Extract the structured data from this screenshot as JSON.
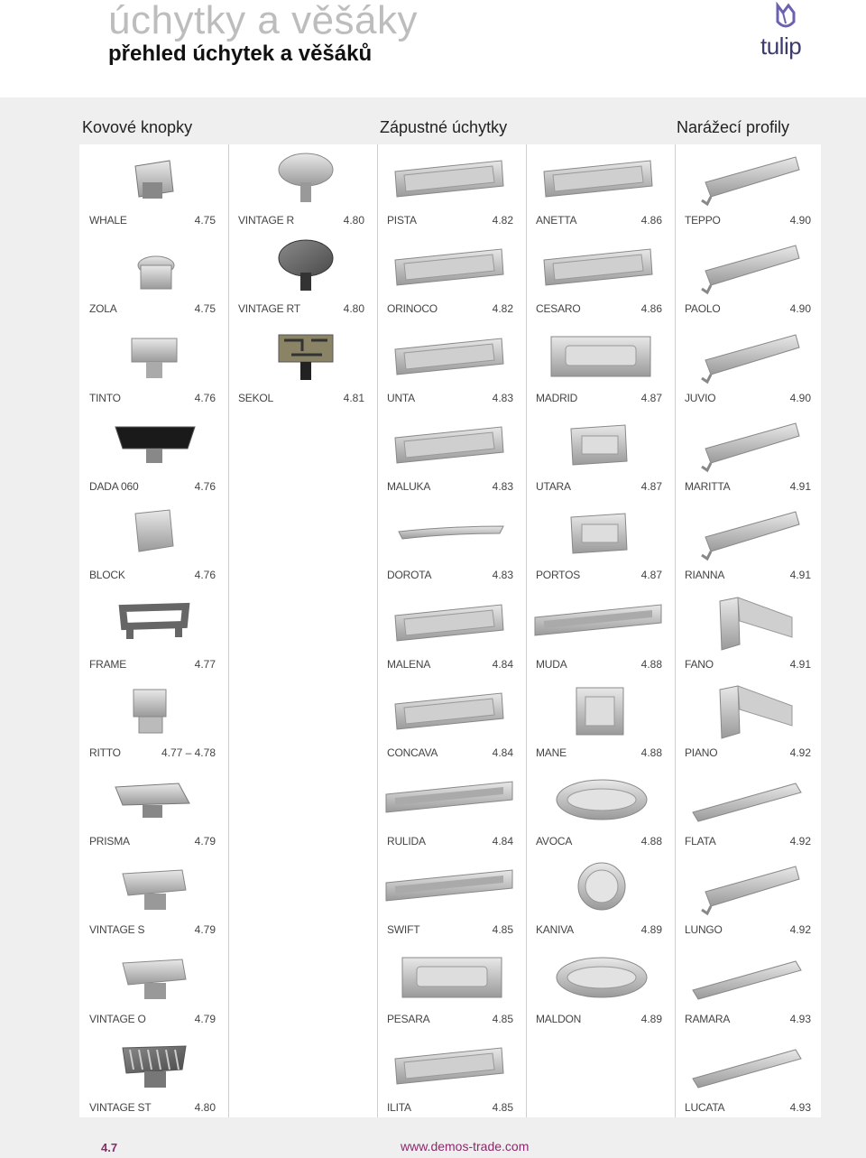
{
  "header": {
    "title": "úchytky a věšáky",
    "subtitle": "přehled úchytek a věšáků",
    "logo_text": "tulip"
  },
  "categories": [
    {
      "label": "Kovové knopky"
    },
    {
      "label": "Zápustné úchytky"
    },
    {
      "label": "Narážecí profily"
    }
  ],
  "columns": [
    [
      {
        "name": "WHALE",
        "page": "4.75",
        "icon": "knob-whale"
      },
      {
        "name": "ZOLA",
        "page": "4.75",
        "icon": "knob-zola"
      },
      {
        "name": "TINTO",
        "page": "4.76",
        "icon": "knob-square"
      },
      {
        "name": "DADA 060",
        "page": "4.76",
        "icon": "knob-black"
      },
      {
        "name": "BLOCK",
        "page": "4.76",
        "icon": "knob-block"
      },
      {
        "name": "FRAME",
        "page": "4.77",
        "icon": "knob-frame"
      },
      {
        "name": "RITTO",
        "page": "4.77 – 4.78",
        "icon": "knob-cube"
      },
      {
        "name": "PRISMA",
        "page": "4.79",
        "icon": "knob-prisma"
      },
      {
        "name": "VINTAGE S",
        "page": "4.79",
        "icon": "knob-vintage"
      },
      {
        "name": "VINTAGE O",
        "page": "4.79",
        "icon": "knob-vintage"
      },
      {
        "name": "VINTAGE ST",
        "page": "4.80",
        "icon": "knob-vintage-striped"
      }
    ],
    [
      {
        "name": "VINTAGE R",
        "page": "4.80",
        "icon": "knob-round"
      },
      {
        "name": "VINTAGE RT",
        "page": "4.80",
        "icon": "knob-round-dark"
      },
      {
        "name": "SEKOL",
        "page": "4.81",
        "icon": "knob-sekol"
      }
    ],
    [
      {
        "name": "PISTA",
        "page": "4.82",
        "icon": "recess"
      },
      {
        "name": "ORINOCO",
        "page": "4.82",
        "icon": "recess"
      },
      {
        "name": "UNTA",
        "page": "4.83",
        "icon": "recess"
      },
      {
        "name": "MALUKA",
        "page": "4.83",
        "icon": "recess"
      },
      {
        "name": "DOROTA",
        "page": "4.83",
        "icon": "recess-thin"
      },
      {
        "name": "MALENA",
        "page": "4.84",
        "icon": "recess"
      },
      {
        "name": "CONCAVA",
        "page": "4.84",
        "icon": "recess"
      },
      {
        "name": "RULIDA",
        "page": "4.84",
        "icon": "recess-flat"
      },
      {
        "name": "SWIFT",
        "page": "4.85",
        "icon": "recess-flat"
      },
      {
        "name": "PESARA",
        "page": "4.85",
        "icon": "recess-plate"
      },
      {
        "name": "ILITA",
        "page": "4.85",
        "icon": "recess"
      }
    ],
    [
      {
        "name": "ANETTA",
        "page": "4.86",
        "icon": "recess"
      },
      {
        "name": "CESARO",
        "page": "4.86",
        "icon": "recess"
      },
      {
        "name": "MADRID",
        "page": "4.87",
        "icon": "recess-plate"
      },
      {
        "name": "UTARA",
        "page": "4.87",
        "icon": "recess-box"
      },
      {
        "name": "PORTOS",
        "page": "4.87",
        "icon": "recess-box"
      },
      {
        "name": "MUDA",
        "page": "4.88",
        "icon": "recess-flat"
      },
      {
        "name": "MANE",
        "page": "4.88",
        "icon": "recess-square"
      },
      {
        "name": "AVOCA",
        "page": "4.88",
        "icon": "recess-oval"
      },
      {
        "name": "KANIVA",
        "page": "4.89",
        "icon": "recess-round"
      },
      {
        "name": "MALDON",
        "page": "4.89",
        "icon": "recess-oval"
      }
    ],
    [
      {
        "name": "TEPPO",
        "page": "4.90",
        "icon": "profile"
      },
      {
        "name": "PAOLO",
        "page": "4.90",
        "icon": "profile"
      },
      {
        "name": "JUVIO",
        "page": "4.90",
        "icon": "profile"
      },
      {
        "name": "MARITTA",
        "page": "4.91",
        "icon": "profile"
      },
      {
        "name": "RIANNA",
        "page": "4.91",
        "icon": "profile"
      },
      {
        "name": "FANO",
        "page": "4.91",
        "icon": "profile-tall"
      },
      {
        "name": "PIANO",
        "page": "4.92",
        "icon": "profile-tall"
      },
      {
        "name": "FLATA",
        "page": "4.92",
        "icon": "profile-flat"
      },
      {
        "name": "LUNGO",
        "page": "4.92",
        "icon": "profile"
      },
      {
        "name": "RAMARA",
        "page": "4.93",
        "icon": "profile-flat"
      },
      {
        "name": "LUCATA",
        "page": "4.93",
        "icon": "profile-flat"
      }
    ]
  ],
  "footer": {
    "page_number": "4.7",
    "url": "www.demos-trade.com"
  },
  "colors": {
    "title_gray": "#bdbdbd",
    "accent": "#8a2a6a",
    "logo_blue": "#3b3b6e",
    "band_gray": "#efefef"
  }
}
